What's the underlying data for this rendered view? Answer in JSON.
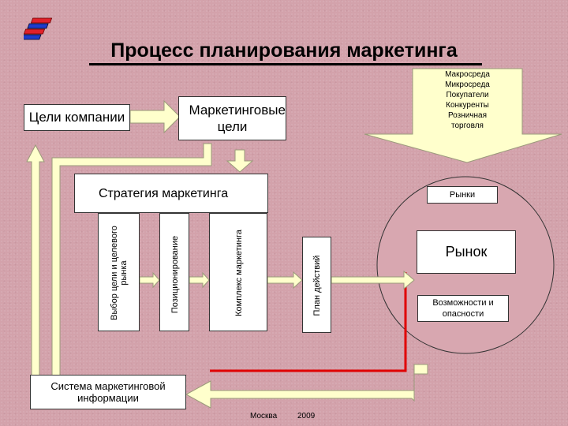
{
  "title": "Процесс планирования маркетинга",
  "nodes": {
    "company_goals": "Цели компании",
    "marketing_goals": "Маркетинговые цели",
    "strategy": "Стратегия маркетинга",
    "target_market": "Выбор цели и целевого рынка",
    "positioning": "Позиционирование",
    "marketing_mix": "Комплекс маркетинга",
    "action_plan": "План действий",
    "mis": "Система маркетинговой информации",
    "markets": "Рынки",
    "market": "Рынок",
    "opportunities": "Возможности и опасности"
  },
  "environment": [
    "Макросреда",
    "Микросреда",
    "Покупатели",
    "Конкуренты",
    "Розничная",
    "торговля"
  ],
  "footer": {
    "city": "Москва",
    "year": "2009"
  },
  "colors": {
    "background": "#d3a2ab",
    "arrow_fill": "#ffffcc",
    "arrow_stroke": "#9a9a7a",
    "market_circle": "#d8a7b0",
    "market_red_line": "#e00000",
    "logo_red": "#e0202a",
    "logo_blue": "#1e3ccc"
  },
  "icons": [
    "stacked-books-logo-icon"
  ]
}
